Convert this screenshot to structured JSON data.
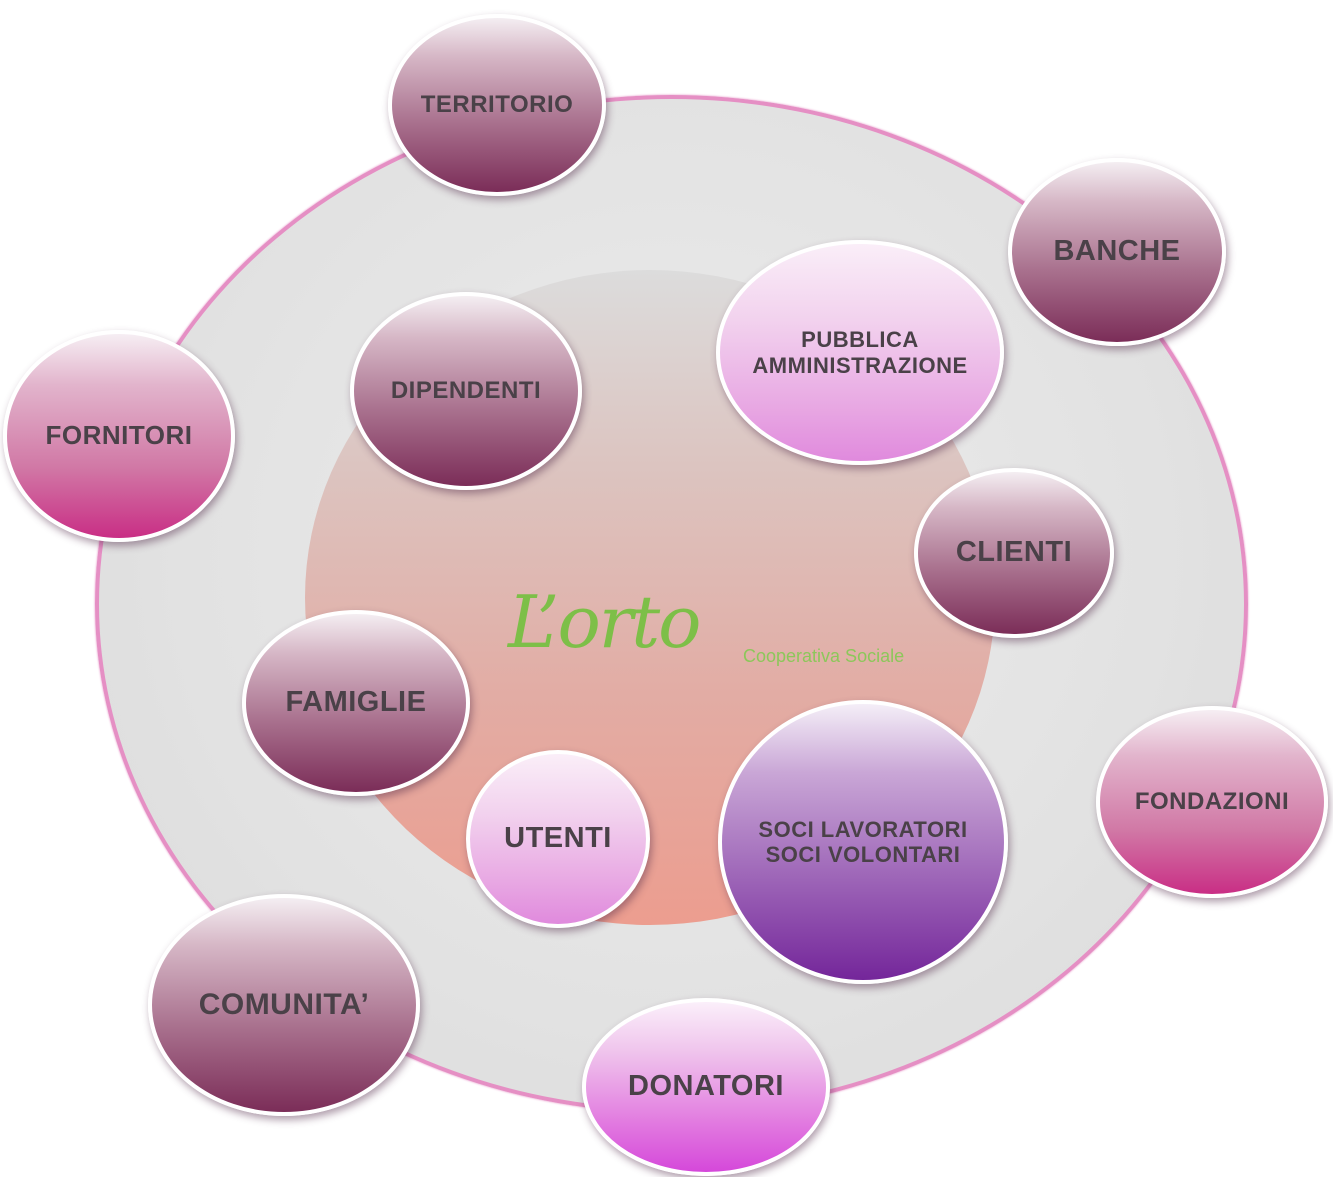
{
  "diagram": {
    "logo": {
      "script_text": "L’orto",
      "subtitle": "Cooperativa Sociale"
    },
    "nodes": {
      "territorio": "TERRITORIO",
      "banche": "BANCHE",
      "fornitori": "FORNITORI",
      "dipendenti": "DIPENDENTI",
      "pubblica_amministrazione": "PUBBLICA\nAMMINISTRAZIONE",
      "clienti": "CLIENTI",
      "famiglie": "FAMIGLIE",
      "utenti": "UTENTI",
      "soci": "SOCI  LAVORATORI\nSOCI VOLONTARI",
      "fondazioni": "FONDAZIONI",
      "comunita": "COMUNITA’",
      "donatori": "DONATORI"
    },
    "colors": {
      "ring_border": "#e58fc4",
      "logo_green": "#7dbf48",
      "label_text": "#4a4148"
    }
  }
}
